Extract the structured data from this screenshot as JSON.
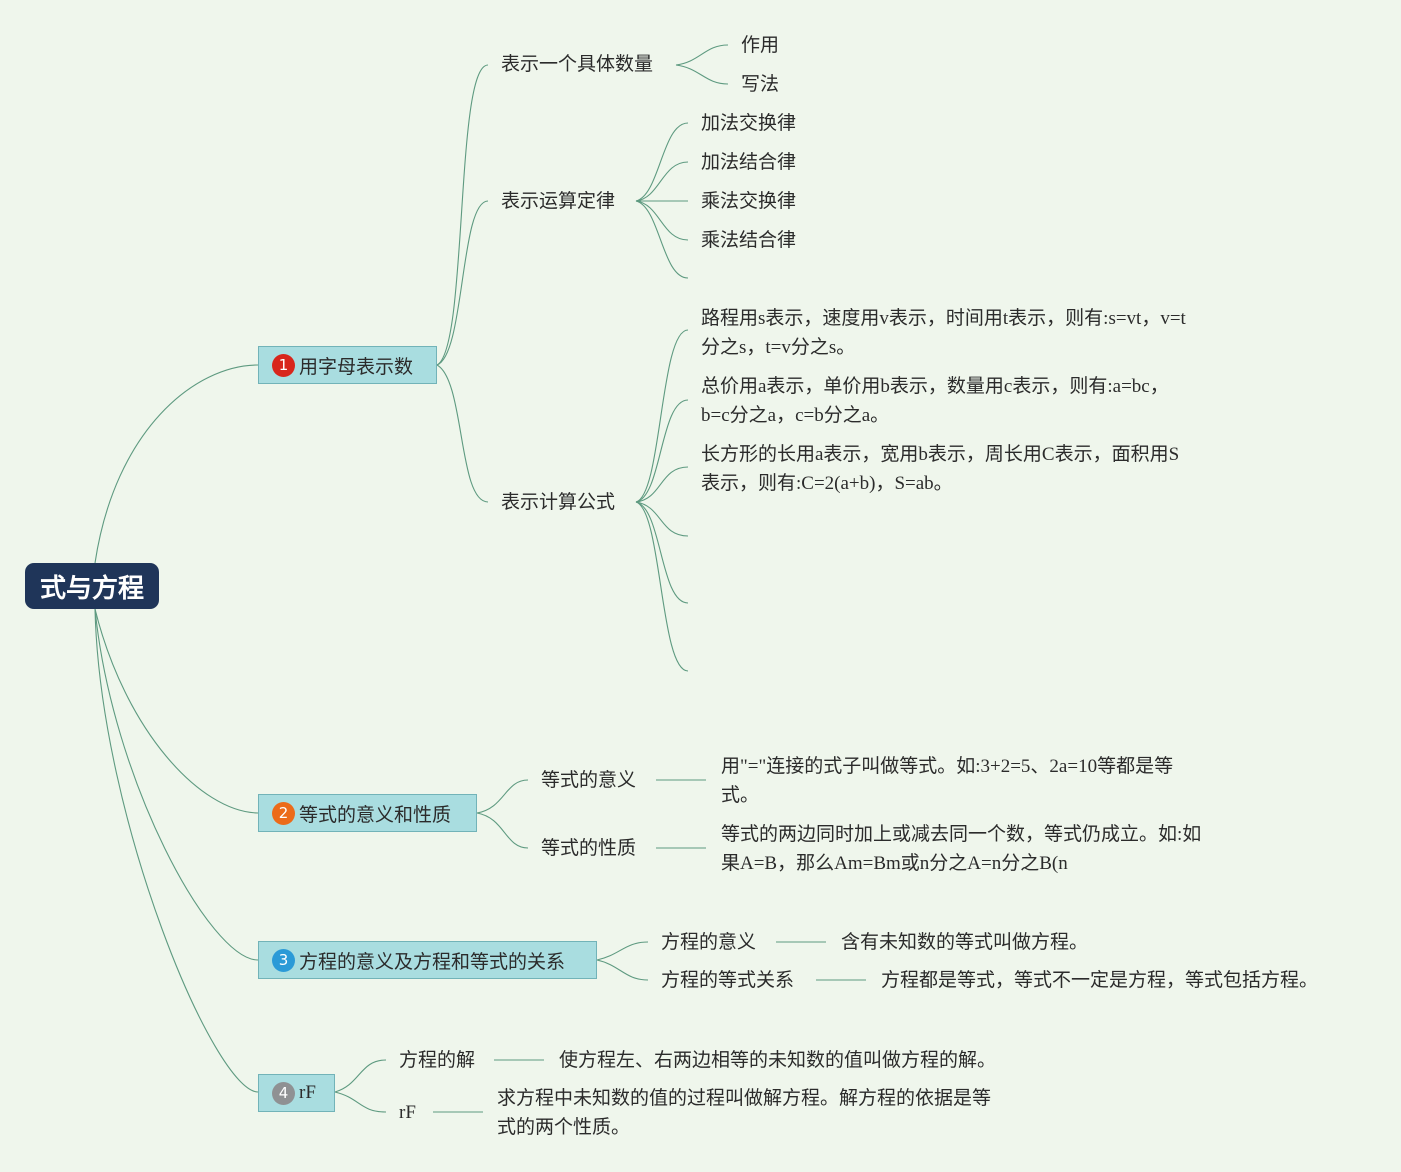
{
  "root": {
    "label": "式与方程"
  },
  "branch1": {
    "num": "1",
    "label": "用字母表示数",
    "badge_color": "#d8261c",
    "children": [
      {
        "label": "表示一个具体数量",
        "children": [
          "作用",
          "写法"
        ]
      },
      {
        "label": "表示运算定律",
        "children": [
          "加法交换律",
          "加法结合律",
          "乘法交换律",
          "乘法结合律"
        ]
      },
      {
        "label": "表示计算公式",
        "children": [
          "路程用s表示，速度用v表示，时间用t表示，则有:s=vt，v=t分之s，t=v分之s。",
          "总价用a表示，单价用b表示，数量用c表示，则有:a=bc，b=c分之a，c=b分之a。",
          "长方形的长用a表示，宽用b表示，周长用C表示，面积用S表示，则有:C=2(a+b)，S=ab。"
        ]
      }
    ]
  },
  "branch2": {
    "num": "2",
    "label": "等式的意义和性质",
    "badge_color": "#ec6b1a",
    "children": [
      {
        "label": "等式的意义",
        "detail": "用\"=\"连接的式子叫做等式。如:3+2=5、2a=10等都是等式。"
      },
      {
        "label": "等式的性质",
        "detail": "等式的两边同时加上或减去同一个数，等式仍成立。如:如果A=B，那么Am=Bm或n分之A=n分之B(n"
      }
    ]
  },
  "branch3": {
    "num": "3",
    "label": "方程的意义及方程和等式的关系",
    "badge_color": "#2b9ad7",
    "children": [
      {
        "label": "方程的意义",
        "detail": "含有未知数的等式叫做方程。"
      },
      {
        "label": "方程的等式关系",
        "detail": "方程都是等式，等式不一定是方程，等式包括方程。"
      }
    ]
  },
  "branch4": {
    "num": "4",
    "label": "rF",
    "badge_color": "#8f9193",
    "children": [
      {
        "label": "方程的解",
        "detail": "使方程左、右两边相等的未知数的值叫做方程的解。"
      },
      {
        "label": "rF",
        "detail": "求方程中未知数的值的过程叫做解方程。解方程的依据是等式的两个性质。"
      }
    ]
  },
  "colors": {
    "background": "#eff6ec",
    "edge": "#5e9a80",
    "root_fill": "#1f3559",
    "topic_fill": "#a9dde0",
    "topic_border": "#72b3b8"
  }
}
